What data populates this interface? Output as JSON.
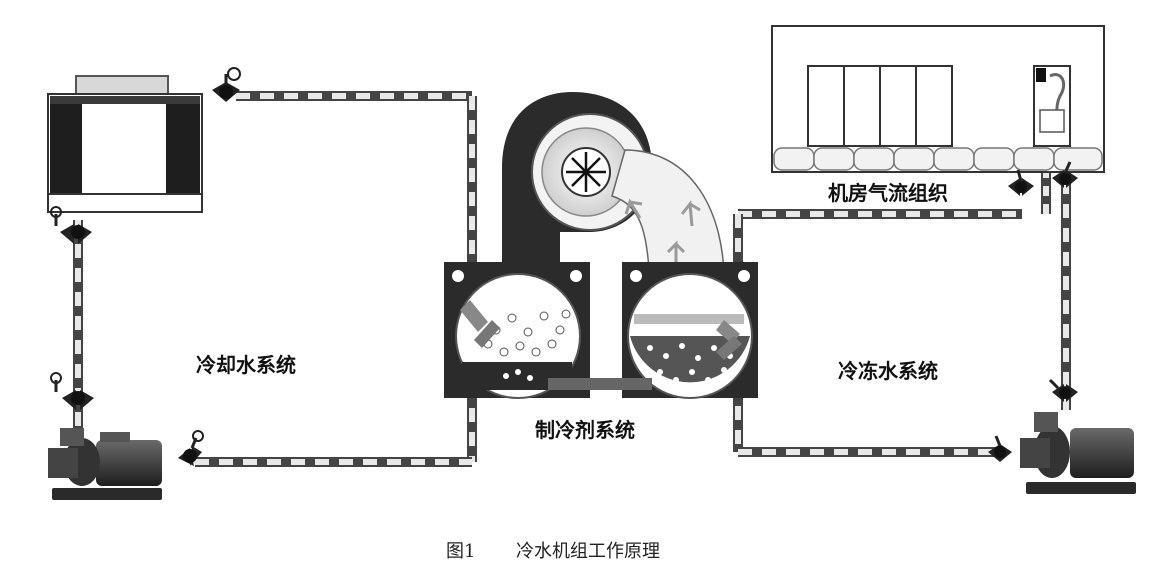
{
  "labels": {
    "cooling_water": "冷却水系统",
    "chilled_water": "冷冻水系统",
    "refrigerant": "制冷剂系统",
    "room_airflow": "机房气流组织"
  },
  "caption": {
    "number": "图1",
    "title": "冷水机组工作原理"
  },
  "colors": {
    "pipe_dark": "#4a4a4a",
    "pipe_light": "#e6e6e6",
    "equipment": "#2b2b2b",
    "label": "#111111"
  }
}
